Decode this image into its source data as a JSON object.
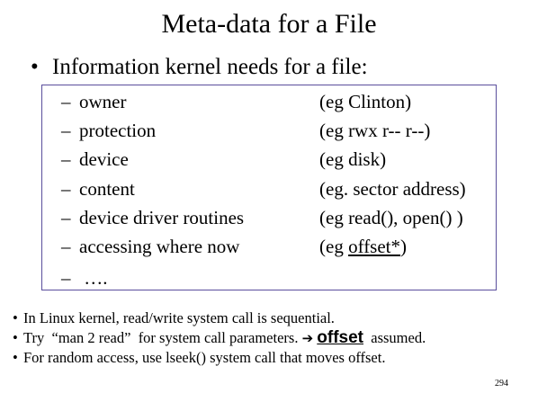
{
  "slide": {
    "title": "Meta-data for a File",
    "main_bullet": "Information kernel needs for a file:",
    "bullet_glyph": "•",
    "dash_glyph": "–",
    "attributes": [
      {
        "name": "owner",
        "example": "(eg Clinton)"
      },
      {
        "name": "protection",
        "example": "(eg  rwx r-- r--)"
      },
      {
        "name": "device",
        "example": "(eg disk)"
      },
      {
        "name": "content",
        "example": "(eg. sector address)"
      },
      {
        "name": "device driver routines",
        "example": "(eg read(), open() )"
      },
      {
        "name": "accessing where now",
        "example_prefix": "(eg ",
        "example_underlined": "offset*",
        "example_suffix": ")"
      },
      {
        "name": " ….",
        "example": ""
      }
    ],
    "notes": [
      {
        "text": "In Linux kernel, read/write system call is sequential."
      },
      {
        "prefix": "Try  “man 2 read”  for system call parameters. ",
        "arrow": "➔",
        "emphasis": "offset",
        "suffix": "  assumed."
      },
      {
        "text": "For random access, use lseek() system call that moves offset."
      }
    ],
    "page_number": "294",
    "colors": {
      "box_border": "#5a4e9c",
      "text": "#000000",
      "background": "#ffffff"
    }
  }
}
